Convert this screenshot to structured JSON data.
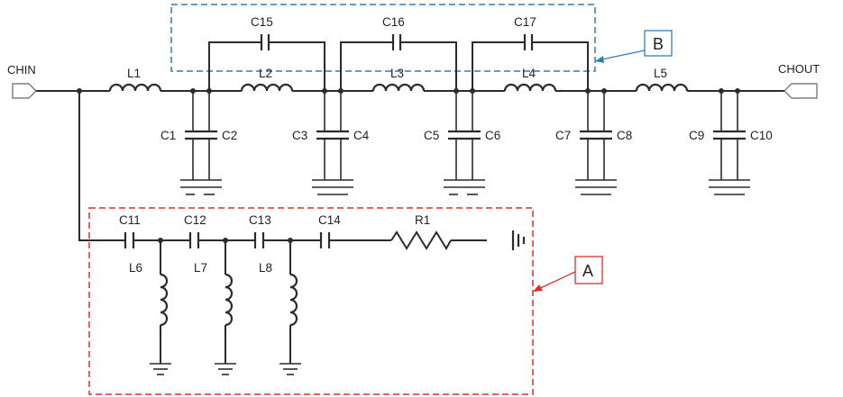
{
  "ports": {
    "input": "CHIN",
    "output": "CHOUT"
  },
  "series_inductors": [
    "L1",
    "L2",
    "L3",
    "L4",
    "L5"
  ],
  "bridge_capacitors": [
    "C15",
    "C16",
    "C17"
  ],
  "shunt_capacitors": [
    "C1",
    "C2",
    "C3",
    "C4",
    "C5",
    "C6",
    "C7",
    "C8",
    "C9",
    "C10"
  ],
  "branch_capacitors": [
    "C11",
    "C12",
    "C13",
    "C14"
  ],
  "branch_inductors": [
    "L6",
    "L7",
    "L8"
  ],
  "branch_resistor": "R1",
  "region_tags": {
    "a": "A",
    "b": "B"
  },
  "colors": {
    "wire": "#2b2b2b",
    "region_a": "#d9302b",
    "region_b": "#2f7fb6"
  }
}
